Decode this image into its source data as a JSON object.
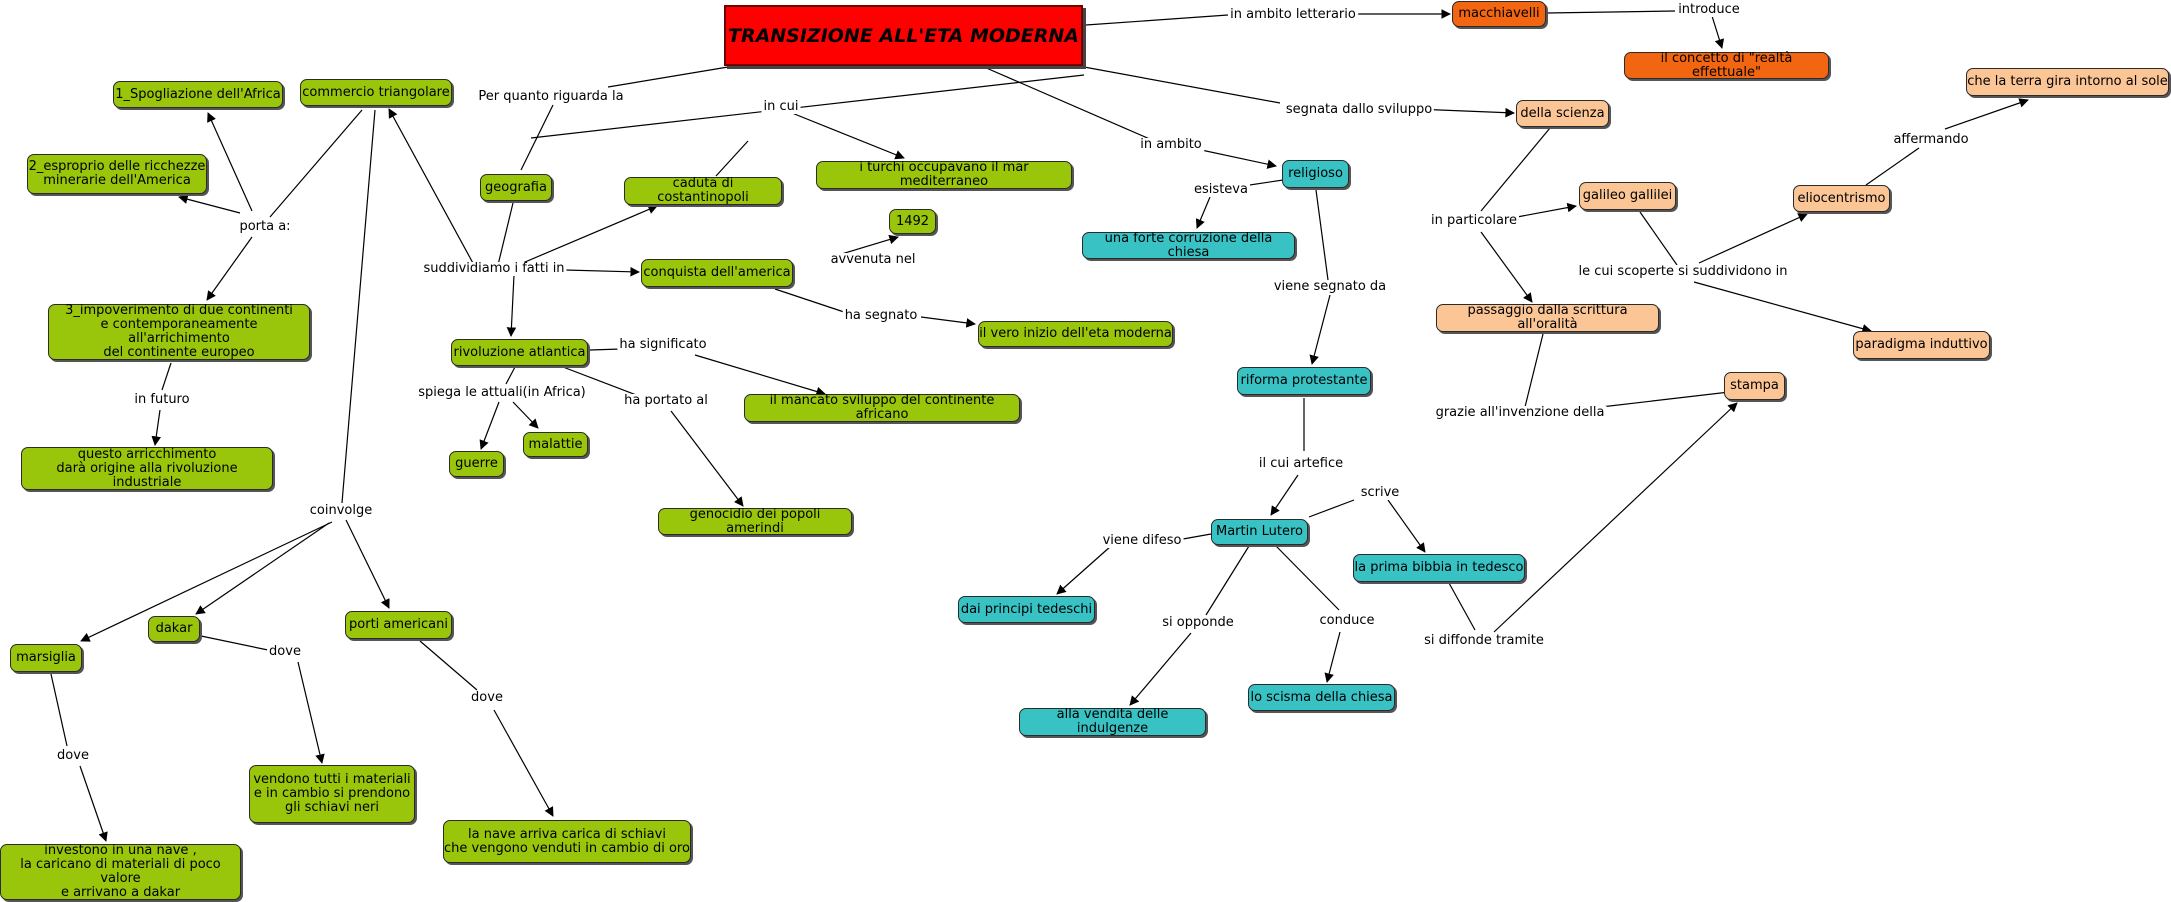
{
  "title": "TRANSIZIONE ALL'ETA MODERNA",
  "colors": {
    "title": "#ff0000",
    "green": "#99c60a",
    "teal": "#38c2c4",
    "orange": "#f26511",
    "peach": "#fbc596"
  },
  "nodes": {
    "spogliazione": "1_Spogliazione dell'Africa",
    "commercio": "commercio triangolare",
    "esproprio": "2_esproprio delle ricchezze\nminerarie dell'America",
    "impoverimento": "3_impoverimento di due continenti\ne contemporaneamente all'arrichimento\ndel continente europeo",
    "arricchimento": "questo arricchimento\ndarà origine alla rivoluzione industriale",
    "geografia": "geografia",
    "caduta": "caduta di costantinopoli",
    "turchi": "i turchi occupavano il mar mediterraneo",
    "anno1492": "1492",
    "conquista": "conquista dell'america",
    "inizio": "il vero inizio dell'eta moderna",
    "rivoluzione": "rivoluzione atlantica",
    "mancato": "il mancato sviluppo del continente africano",
    "guerre": "guerre",
    "malattie": "malattie",
    "genocidio": "genocidio dei popoli amerindi",
    "marsiglia": "marsiglia",
    "dakar": "dakar",
    "porti": "porti americani",
    "vendono": "vendono tutti i materiali\ne in cambio si prendono\ngli schiavi neri",
    "investono": "investono in una nave ,\nla caricano di materiali di poco valore\ne arrivano a dakar",
    "nave": "la nave arriva carica di schiavi\nche vengono venduti in cambio di oro",
    "macchiavelli": "macchiavelli",
    "realta": "il concetto di \"realtà effettuale\"",
    "religioso": "religioso",
    "corruzione": "una forte corruzione della chiesa",
    "riforma": "riforma protestante",
    "lutero": "Martin Lutero",
    "principi": "dai principi tedeschi",
    "bibbia": "la prima bibbia in tedesco",
    "indulgenze": "alla vendita delle indulgenze",
    "scisma": "lo scisma della chiesa",
    "scienza": "della scienza",
    "galileo": "galileo gallilei",
    "scrittura": "passaggio dalla scrittura all'oralità",
    "stampa": "stampa",
    "eliocentrismo": "eliocentrismo",
    "terra": "che la terra gira intorno al sole",
    "paradigma": "paradigma induttivo"
  },
  "labels": {
    "letterario": "in ambito letterario",
    "introduce": "introduce",
    "riguarda": "Per quanto riguarda la",
    "incui": "in cui",
    "ambito": "in ambito",
    "sviluppo": "segnata dallo sviluppo",
    "portaa": "porta a:",
    "suddividiamo": "suddividiamo i fatti in",
    "avvenuta": "avvenuta nel",
    "segnato": "ha segnato",
    "significato": "ha significato",
    "spiega": "spiega le attuali(in Africa)",
    "portato": "ha portato al",
    "futuro": "in futuro",
    "coinvolge": "coinvolge",
    "dove1": "dove",
    "dove2": "dove",
    "dove3": "dove",
    "esisteva": "esisteva",
    "segnatoda": "viene segnato da",
    "artefice": "il cui artefice",
    "scrive": "scrive",
    "difeso": "viene difeso",
    "oppone": "si opponde",
    "conduce": "conduce",
    "diffonde": "si diffonde tramite",
    "particolare": "in particolare",
    "scoperte": "le cui scoperte si suddividono in",
    "affermando": "affermando",
    "grazie": "grazie all'invenzione della"
  }
}
